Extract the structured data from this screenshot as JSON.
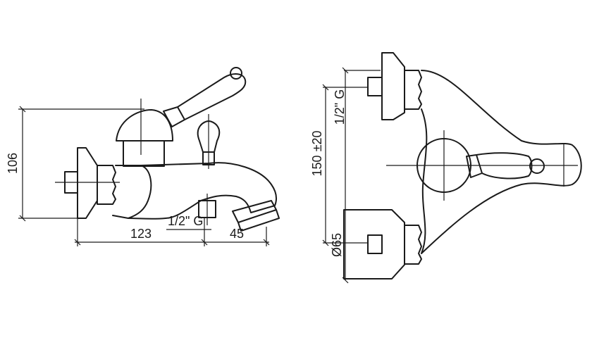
{
  "side_view": {
    "height_label": "106",
    "connection_label": "1/2\" G",
    "length_label": "123",
    "spout_label": "45"
  },
  "front_view": {
    "connection_label": "1/2\" G",
    "centers_label": "150 ±20",
    "diameter_label": "Ø65"
  }
}
